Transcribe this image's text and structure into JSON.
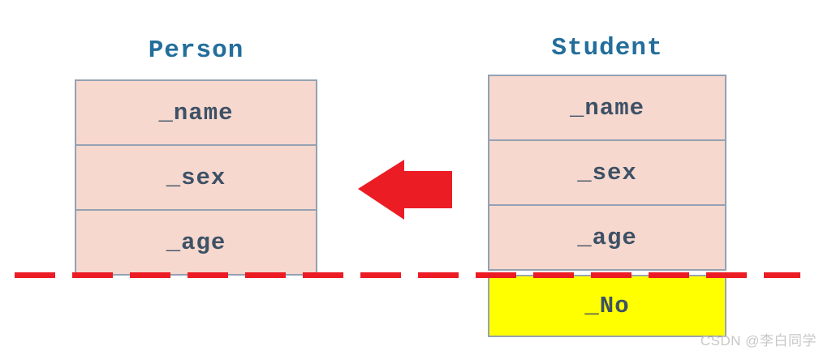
{
  "diagram": {
    "person": {
      "title": "Person",
      "fields": [
        "_name",
        "_sex",
        "_age"
      ]
    },
    "student": {
      "title": "Student",
      "fields": [
        "_name",
        "_sex",
        "_age"
      ],
      "extra_field": "_No"
    },
    "arrow_icon": "left-arrow",
    "watermark": "CSDN @李白同学"
  },
  "colors": {
    "class_title": "#236e9b",
    "field_text": "#3d5166",
    "member_fill": "#f6d8ce",
    "member_border": "#93a1b4",
    "extra_fill": "#ffff00",
    "extra_border": "#9aa3ad",
    "accent_red": "#ec1c24",
    "watermark_gray": "#c8c8c8"
  }
}
